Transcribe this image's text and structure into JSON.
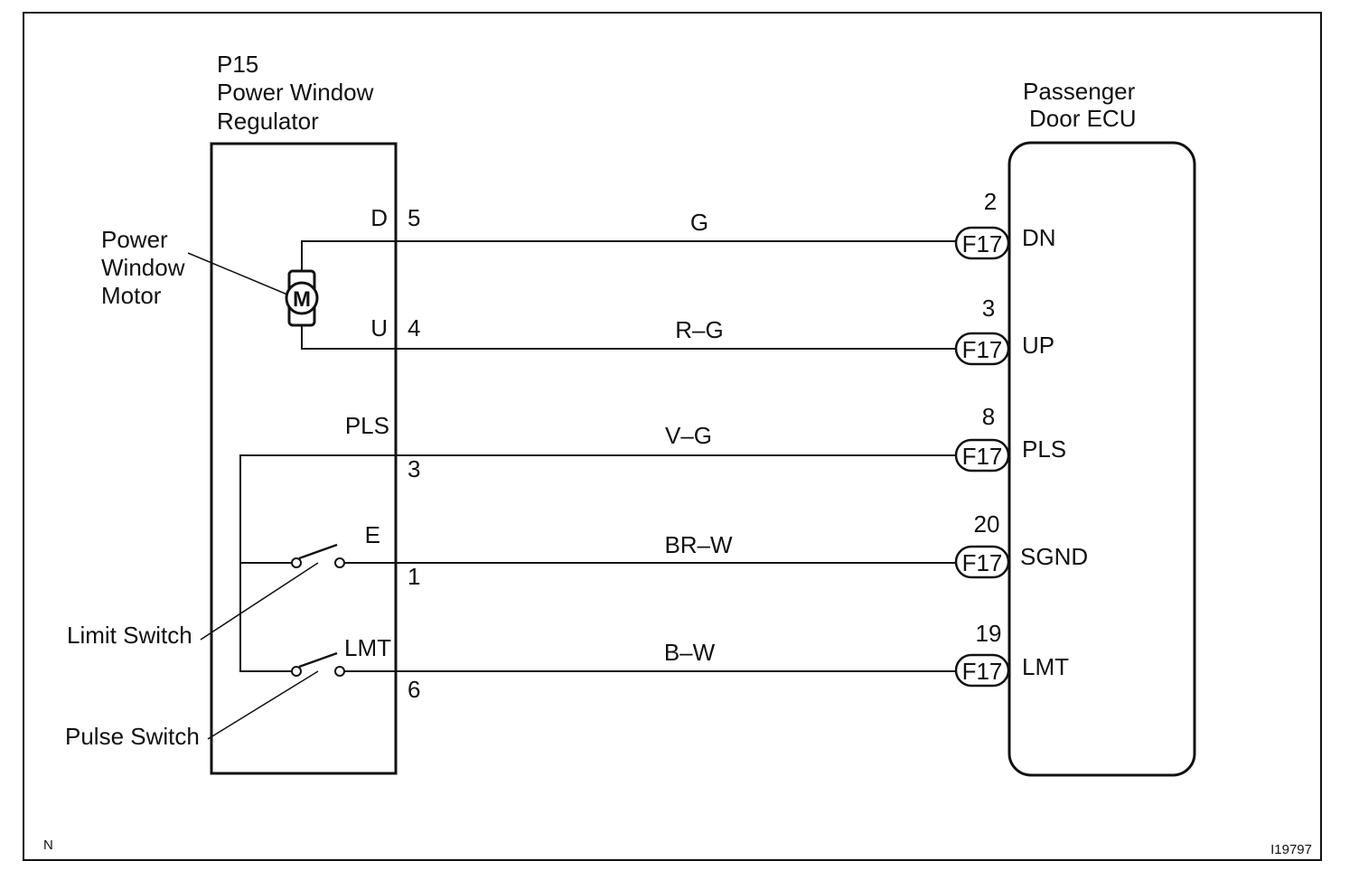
{
  "regulator": {
    "connector_code": "P15",
    "name_line1": "Power Window",
    "name_line2": "Regulator",
    "motor_symbol": "M",
    "motor_label": [
      "Power",
      "Window",
      "Motor"
    ],
    "limit_switch_label": "Limit Switch",
    "pulse_switch_label": "Pulse Switch"
  },
  "ecu": {
    "name_line1": "Passenger",
    "name_line2": "Door ECU"
  },
  "wires": [
    {
      "reg_terminal": "D",
      "reg_pin": "5",
      "color": "G",
      "connector": "F17",
      "ecu_pin": "2",
      "ecu_terminal": "DN"
    },
    {
      "reg_terminal": "U",
      "reg_pin": "4",
      "color": "R–G",
      "connector": "F17",
      "ecu_pin": "3",
      "ecu_terminal": "UP"
    },
    {
      "reg_terminal": "PLS",
      "reg_pin": "3",
      "color": "V–G",
      "connector": "F17",
      "ecu_pin": "8",
      "ecu_terminal": "PLS"
    },
    {
      "reg_terminal": "E",
      "reg_pin": "1",
      "color": "BR–W",
      "connector": "F17",
      "ecu_pin": "20",
      "ecu_terminal": "SGND"
    },
    {
      "reg_terminal": "LMT",
      "reg_pin": "6",
      "color": "B–W",
      "connector": "F17",
      "ecu_pin": "19",
      "ecu_terminal": "LMT"
    }
  ],
  "footer": {
    "left_code": "N",
    "figure_id": "I19797"
  }
}
